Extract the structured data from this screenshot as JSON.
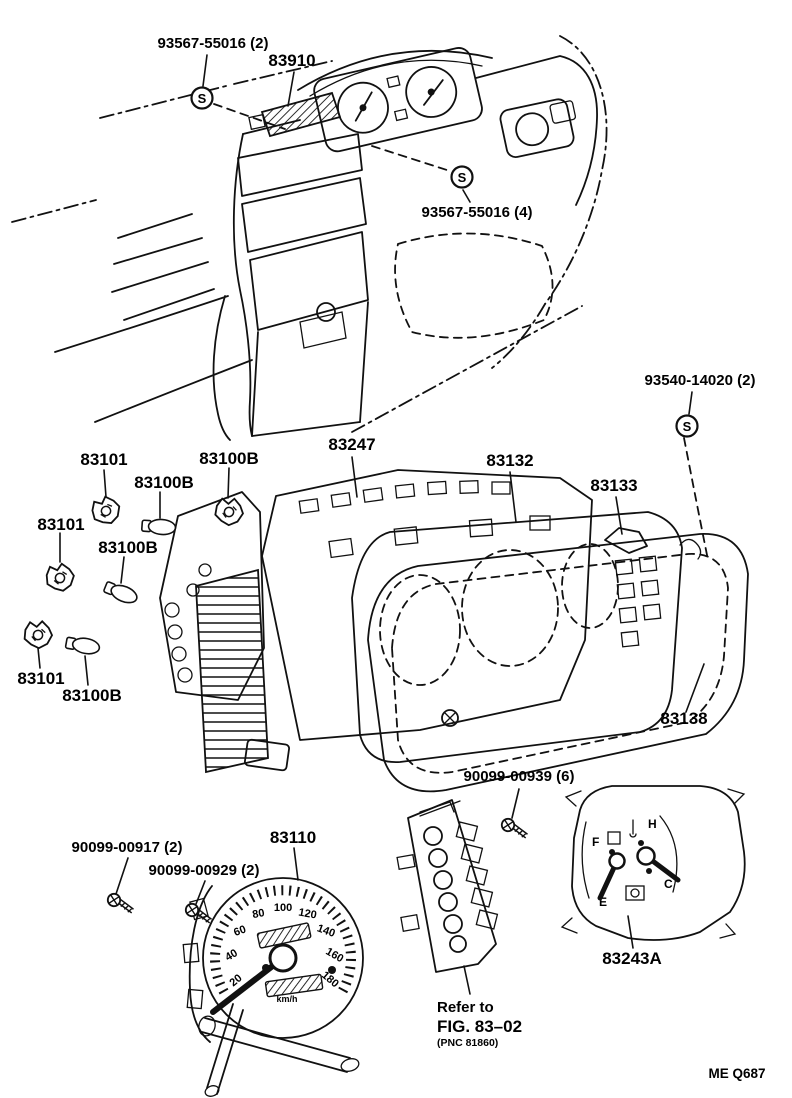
{
  "parts": {
    "screw_set_meter": "93567-55016 (2)",
    "combination_meter": "83910",
    "screw_set_lower": "93567-55016 (4)",
    "screw_set_glass": "93540-14020 (2)",
    "bulb_socket": "83101",
    "bulb": "83100B",
    "meter_circuit_plate": "83247",
    "meter_case": "83132",
    "case_bracket": "83133",
    "meter_mask": "83138",
    "speedometer": "83110",
    "screw_tapping_a": "90099-00917 (2)",
    "screw_tapping_b": "90099-00929 (2)",
    "screw_tapping_c": "90099-00939 (6)",
    "fuel_temp_gauge": "83243A"
  },
  "note": {
    "line1": "Refer to",
    "line2": "FIG. 83–02",
    "line3": "(PNC 81860)"
  },
  "symbols": {
    "screw_marker": "S"
  },
  "speedometer_dial": {
    "numbers": [
      "20",
      "40",
      "60",
      "80",
      "100",
      "120",
      "140",
      "160",
      "180"
    ],
    "unit": "km/h"
  },
  "gauge_dial": {
    "fuel_full": "F",
    "fuel_empty": "E",
    "temp_high": "H",
    "temp_low": "C"
  },
  "stamp": "ME Q687"
}
